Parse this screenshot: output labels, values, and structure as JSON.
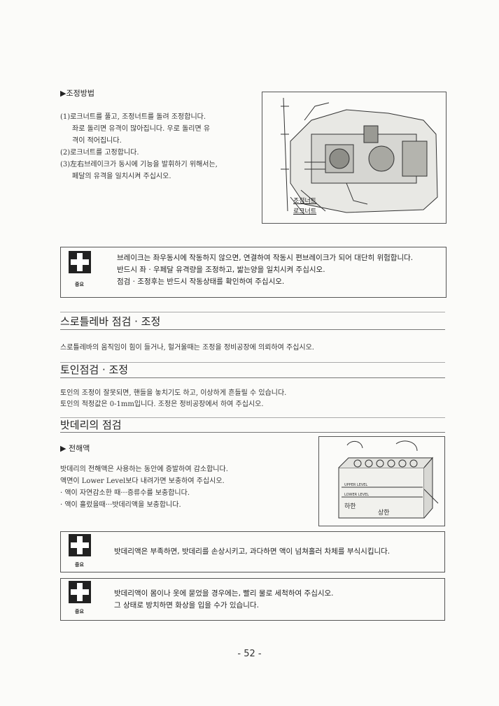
{
  "adjust": {
    "heading": "▶조정방법",
    "lines": [
      "(1)로크너트를 풀고, 조정너트를 돌려 조정합니다.",
      "좌로 돌리면 유격이 많아집니다. 우로 돌리면 유",
      "격이 적어집니다.",
      "(2)로크너트를 고정합니다.",
      "(3)左右브레이크가 동시에 기능을 발휘하기 위해서는,",
      "페달의 유격을 일치시켜 주십시오."
    ],
    "figure_labels": [
      "조정너트",
      "로크너트"
    ]
  },
  "notice_label": "중요",
  "notice1": [
    "브레이크는 좌우동시에 작동하지 않으면, 연결하여 작동시 편브레이크가 되어 대단히 위험합니다.",
    "반드시 좌 · 우페달 유격량을 조정하고, 밟는양을 일치시켜 주십시오.",
    "점검 · 조정후는 반드시 작동상태를 확인하여 주십시오."
  ],
  "throttle": {
    "heading": "스로틀레바 점검 · 조정",
    "text": "스로틀레바의 움직임이 힘이 들거나, 헐거울때는 조정을 정비공장에 의뢰하여 주십시오."
  },
  "toein": {
    "heading": "토인점검 · 조정",
    "lines": [
      "토인의 조정이 잘못되면, 핸들을 놓치기도 하고, 이상하게 흔들릴 수 있습니다.",
      "토인의 적정값은 0-1mm입니다. 조정은 정비공장에서 하여 주십시오."
    ]
  },
  "battery": {
    "heading": "밧데리의 점검",
    "sub": "▶ 전해액",
    "lines": [
      "밧데리의 전해액은 사용하는 동안에 증발하여 감소합니다.",
      "액면이 Lower Level보다 내려가면 보충하여 주십시오.",
      "· 액이 자연감소한 때···증류수를 보충합니다.",
      "· 액이 흘렀을때···밧데리액을 보충합니다."
    ],
    "figure_labels": [
      "UPPER LEVEL",
      "LOWER LEVEL",
      "하한",
      "상한"
    ]
  },
  "notice2": [
    "밧데리액은 부족하면, 밧데리를 손상시키고, 과다하면 액이 넘쳐흘러 차체를 부식시킵니다."
  ],
  "notice3": [
    "밧데리액이 몸이나 옷에 묻었을 경우에는, 빨리 물로 세척하여 주십시오.",
    "그 상태로 방치하면 화상을 입을 수가 있습니다."
  ],
  "page_number": "- 52 -"
}
